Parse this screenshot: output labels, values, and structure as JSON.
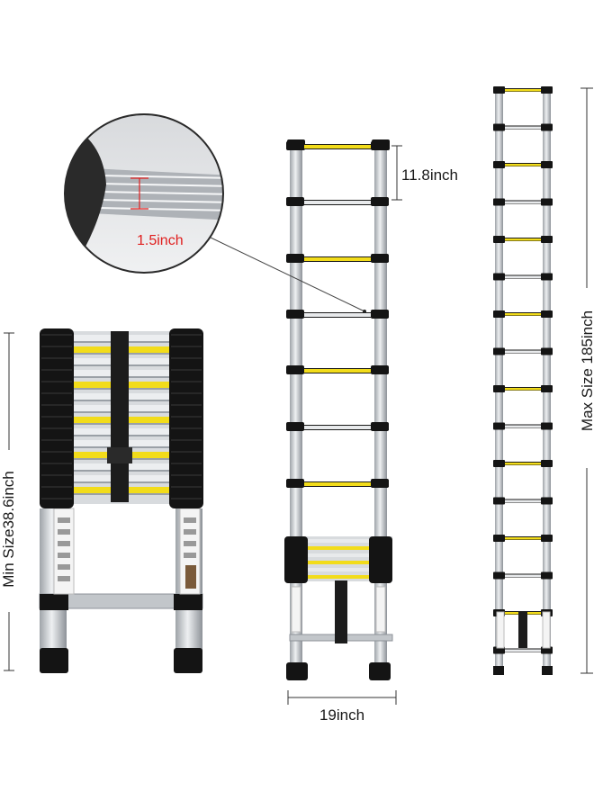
{
  "labels": {
    "rung_spacing": "11.8inch",
    "rung_thickness": "1.5inch",
    "min_size": "Min Size38.6inch",
    "max_size": "Max Size 185inch",
    "width": "19inch"
  },
  "colors": {
    "aluminum": "#c9ccd0",
    "aluminum_dark": "#9aa0a6",
    "black": "#141414",
    "yellow": "#f2dc1a",
    "red": "#e0201f",
    "dimension_line": "#333333"
  },
  "icons": {
    "magnifier": "magnifier-circle-icon",
    "dimension": "dimension-arrow-icon"
  }
}
